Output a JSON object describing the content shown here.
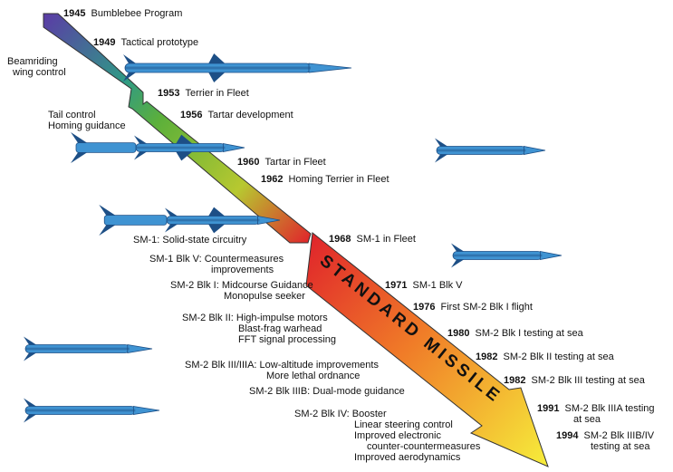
{
  "colors": {
    "band_start": "#5b3ba6",
    "band_mid_teal": "#2f9a86",
    "band_green": "#5cb03a",
    "band_yellow_green": "#b7c830",
    "band_red": "#e0262b",
    "band_orange": "#f07c28",
    "band_yellow": "#f6ea3a",
    "missile_body": "#3f93d2",
    "missile_dark": "#1d4f86"
  },
  "icons": [
    "missile-icon"
  ],
  "timeline_events": [
    {
      "year": "1945",
      "text": "Bumblebee Program"
    },
    {
      "year": "1949",
      "text": "Tactical prototype"
    },
    {
      "year": "1953",
      "text": "Terrier in Fleet"
    },
    {
      "year": "1956",
      "text": "Tartar development"
    },
    {
      "year": "1960",
      "text": "Tartar in Fleet"
    },
    {
      "year": "1962",
      "text": "Homing Terrier in Fleet"
    },
    {
      "year": "1968",
      "text": "SM-1 in Fleet"
    },
    {
      "year": "1971",
      "text": "SM-1 Blk V"
    },
    {
      "year": "1976",
      "text": "First SM-2 Blk I flight"
    },
    {
      "year": "1980",
      "text": "SM-2 Blk I testing at sea"
    },
    {
      "year": "1982",
      "text": "SM-2 Blk II testing at sea"
    },
    {
      "year": "1982",
      "text": "SM-2 Blk III testing at sea"
    },
    {
      "year": "1991",
      "text": "SM-2 Blk IIIA testing",
      "text2": "at sea"
    },
    {
      "year": "1994",
      "text": "SM-2 Blk IIIB/IV",
      "text2": "testing at sea"
    }
  ],
  "side_labels": {
    "beamriding": [
      "Beamriding",
      "wing control"
    ],
    "tail_control": [
      "Tail control",
      "Homing guidance"
    ]
  },
  "banner_text": "STANDARD MISSILE",
  "capabilities": [
    {
      "head": "SM-1: Solid-state circuitry",
      "lines": []
    },
    {
      "head": "SM-1 Blk V: Countermeasures",
      "lines": [
        "improvements"
      ]
    },
    {
      "head": "SM-2 Blk I: Midcourse Guidance",
      "lines": [
        "Monopulse seeker"
      ]
    },
    {
      "head": "SM-2 Blk II: High-impulse motors",
      "lines": [
        "Blast-frag warhead",
        "FFT signal processing"
      ]
    },
    {
      "head": "SM-2 Blk III/IIIA: Low-altitude improvements",
      "lines": [
        "More lethal ordnance"
      ]
    },
    {
      "head": "SM-2 Blk IIIB: Dual-mode guidance",
      "lines": []
    },
    {
      "head": "SM-2 Blk IV: Booster",
      "lines": [
        "Linear steering control",
        "Improved electronic",
        "counter-countermeasures",
        "Improved aerodynamics"
      ]
    }
  ]
}
